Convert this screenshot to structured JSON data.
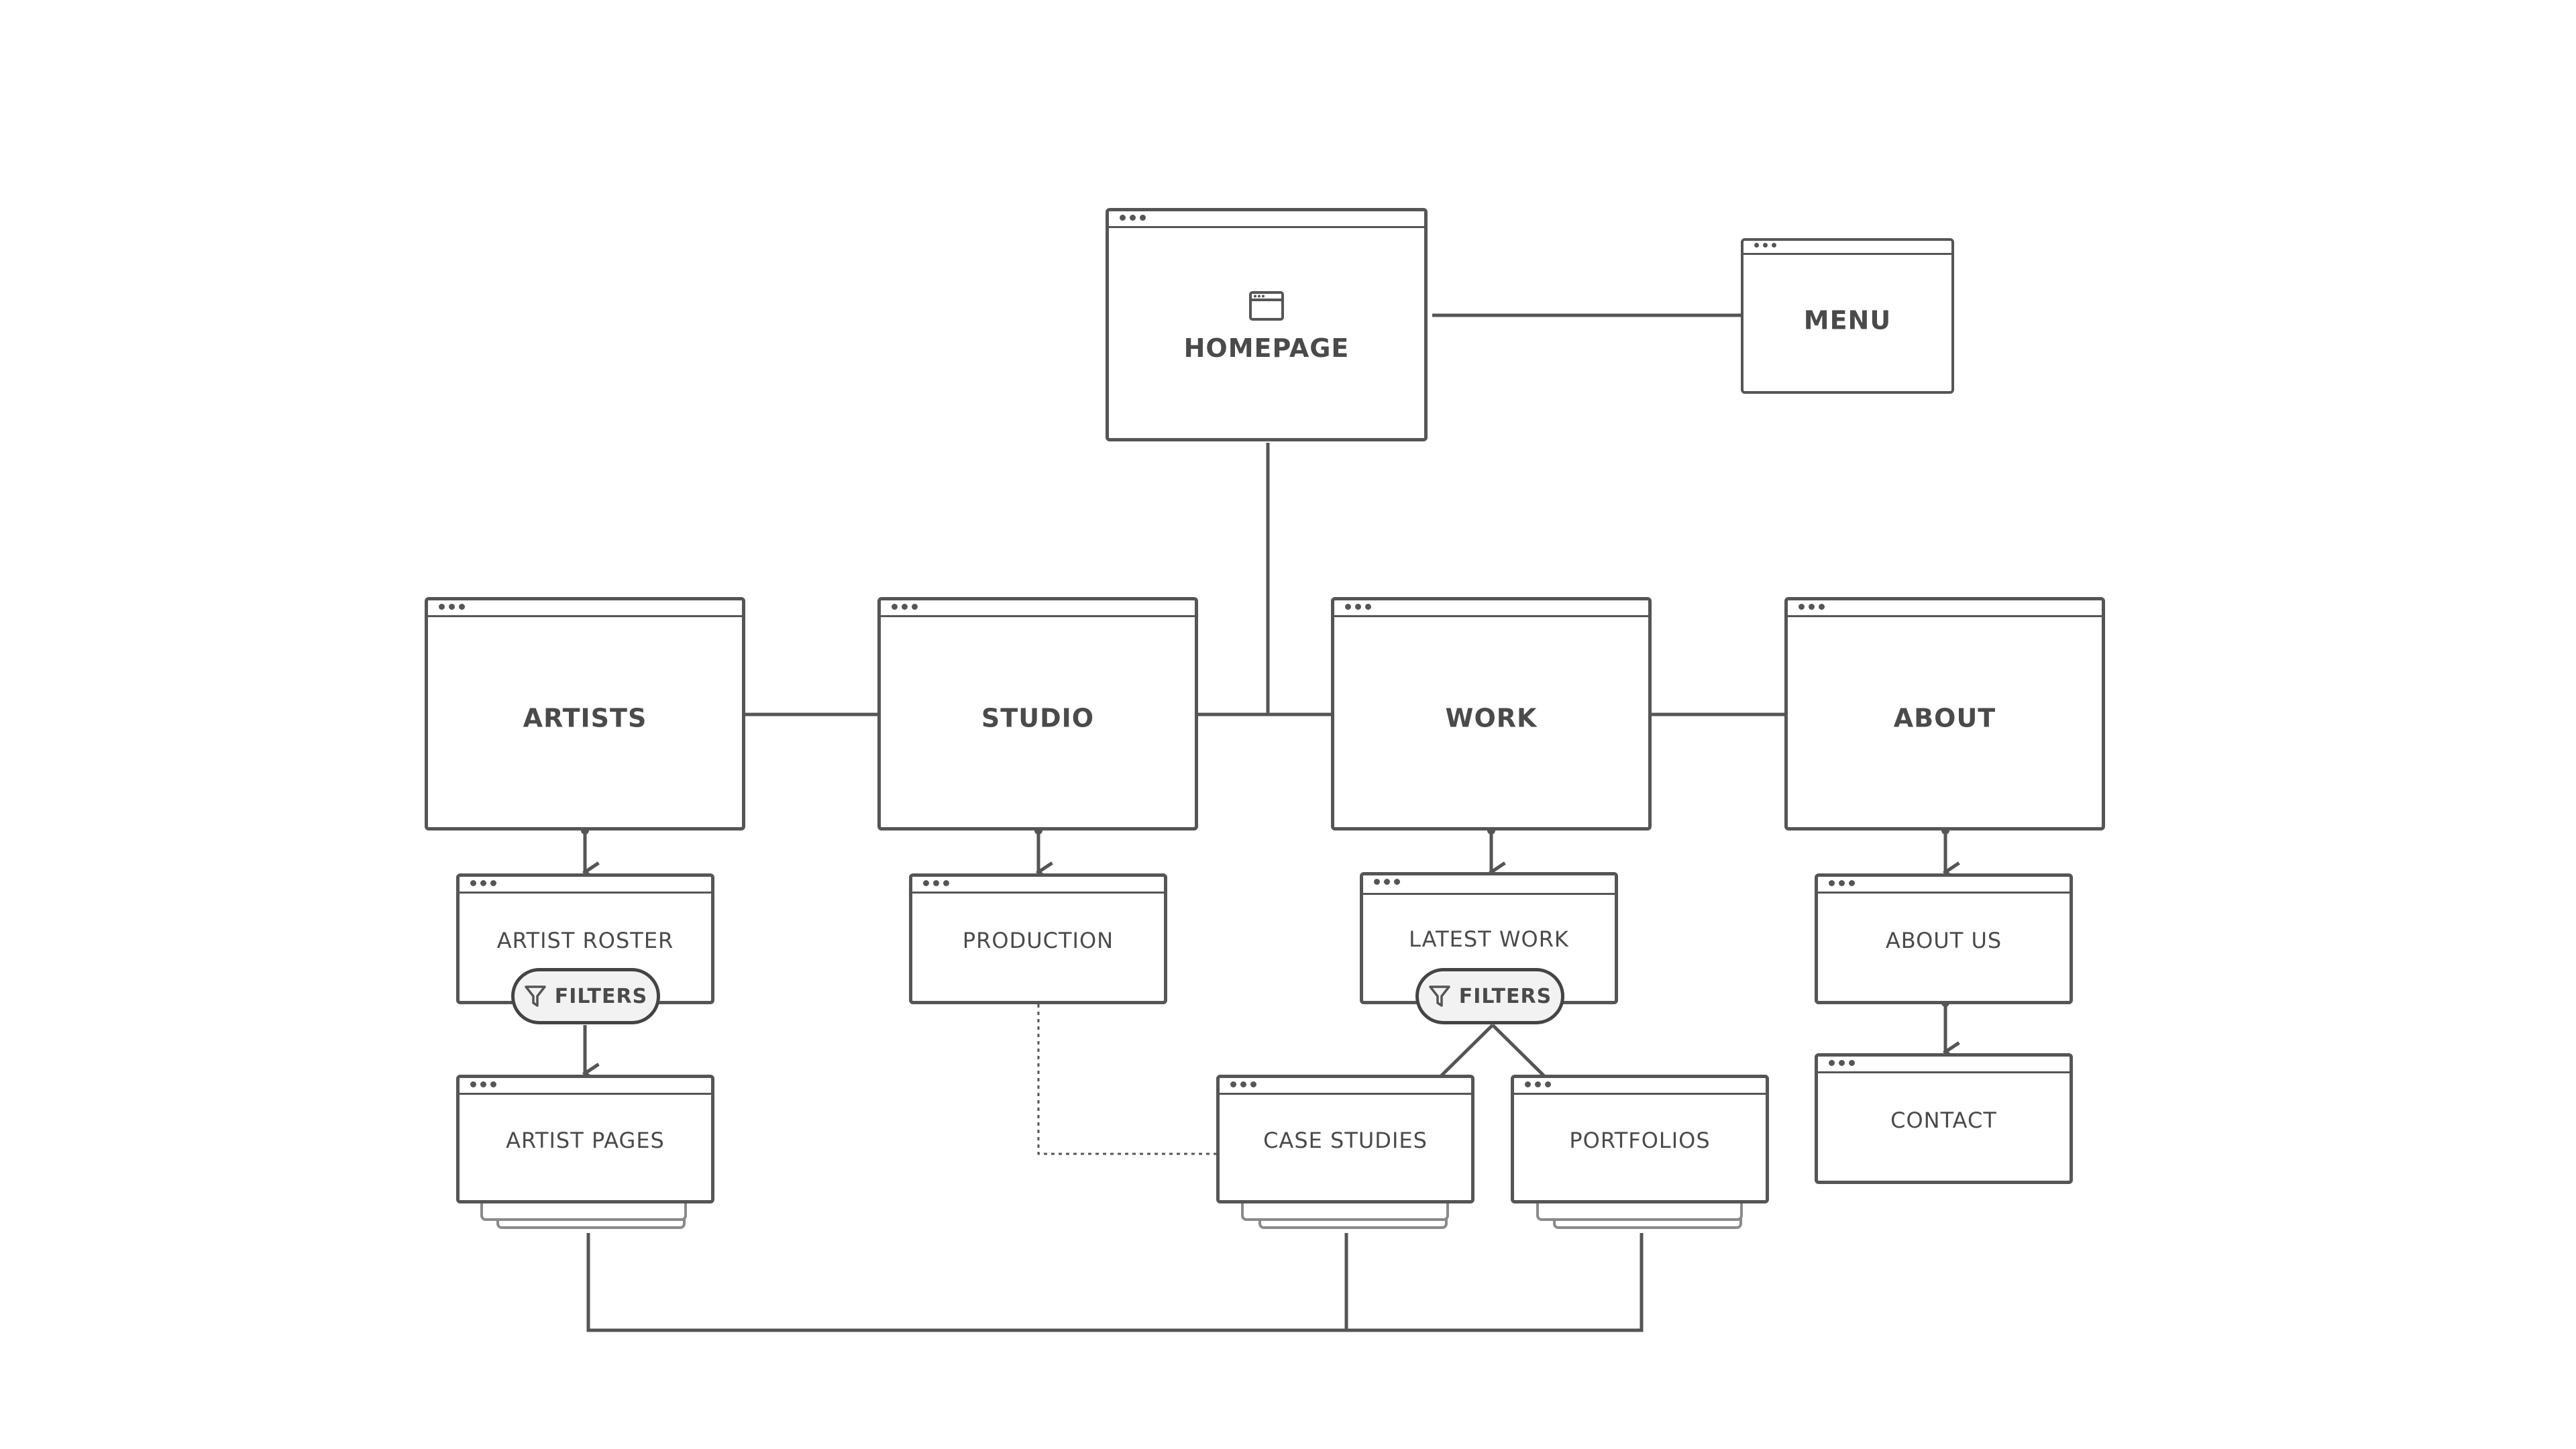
{
  "colors": {
    "stroke": "#555555",
    "text": "#4a4a4a",
    "pill_fill": "#f2f2f2",
    "background": "#ffffff"
  },
  "nodes": {
    "homepage": "HOMEPAGE",
    "menu": "MENU",
    "artists": "ARTISTS",
    "studio": "STUDIO",
    "work": "WORK",
    "about": "ABOUT",
    "artist_roster": "ARTIST ROSTER",
    "production": "PRODUCTION",
    "latest_work": "LATEST WORK",
    "about_us": "ABOUT US",
    "artist_pages": "ARTIST PAGES",
    "case_studies": "CASE STUDIES",
    "portfolios": "PORTFOLIOS",
    "contact": "CONTACT"
  },
  "filters": {
    "label": "FILTERS",
    "icon": "funnel-icon"
  },
  "icons": {
    "homepage": "browser-window-icon",
    "window_controls": "dots-icon"
  }
}
